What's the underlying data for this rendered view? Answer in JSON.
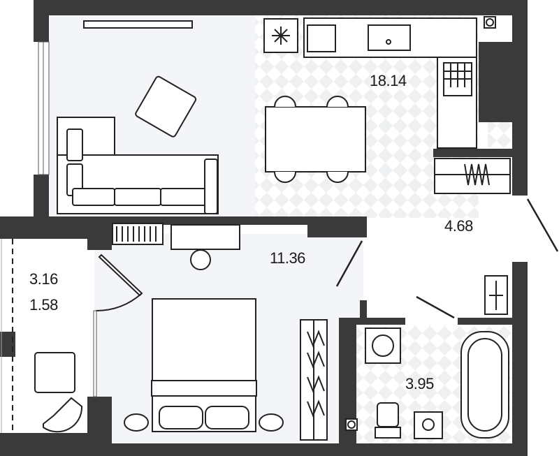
{
  "colors": {
    "wall": "#3a3a3a",
    "floor": "#f4f5f8",
    "line": "#222222"
  },
  "rooms": [
    {
      "name": "kitchen-living",
      "area": "18.14"
    },
    {
      "name": "hallway",
      "area": "4.68"
    },
    {
      "name": "bedroom",
      "area": "11.36"
    },
    {
      "name": "balcony",
      "area": "3.16",
      "area_reduced": "1.58"
    },
    {
      "name": "bathroom",
      "area": "3.95"
    }
  ]
}
